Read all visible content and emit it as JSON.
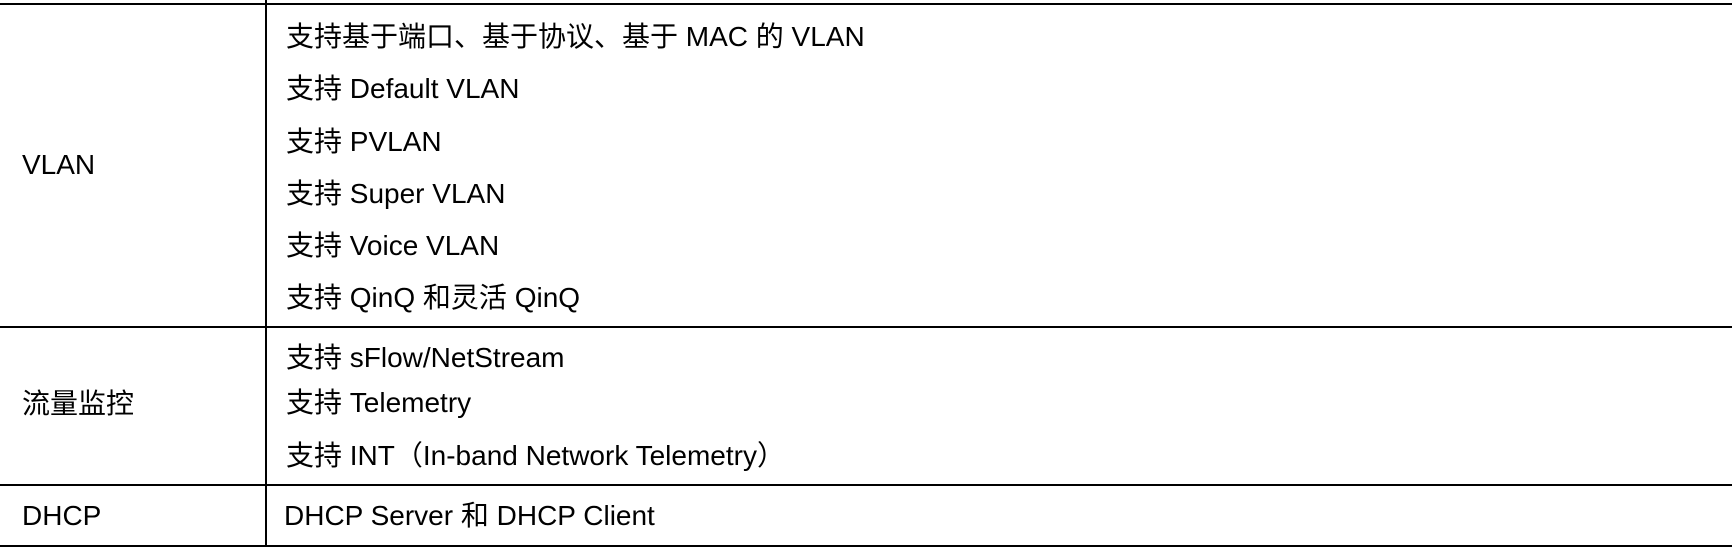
{
  "rows": [
    {
      "category": "VLAN",
      "features": [
        "支持基于端口、基于协议、基于 MAC 的 VLAN",
        "支持 Default VLAN",
        "支持 PVLAN",
        "支持 Super VLAN",
        "支持 Voice VLAN",
        "支持 QinQ 和灵活 QinQ"
      ]
    },
    {
      "category": "流量监控",
      "features": [
        "支持 sFlow/NetStream",
        "支持 Telemetry",
        "支持 INT（In-band Network Telemetry）"
      ]
    },
    {
      "category": "DHCP",
      "features": [
        "DHCP Server 和 DHCP Client"
      ]
    }
  ]
}
